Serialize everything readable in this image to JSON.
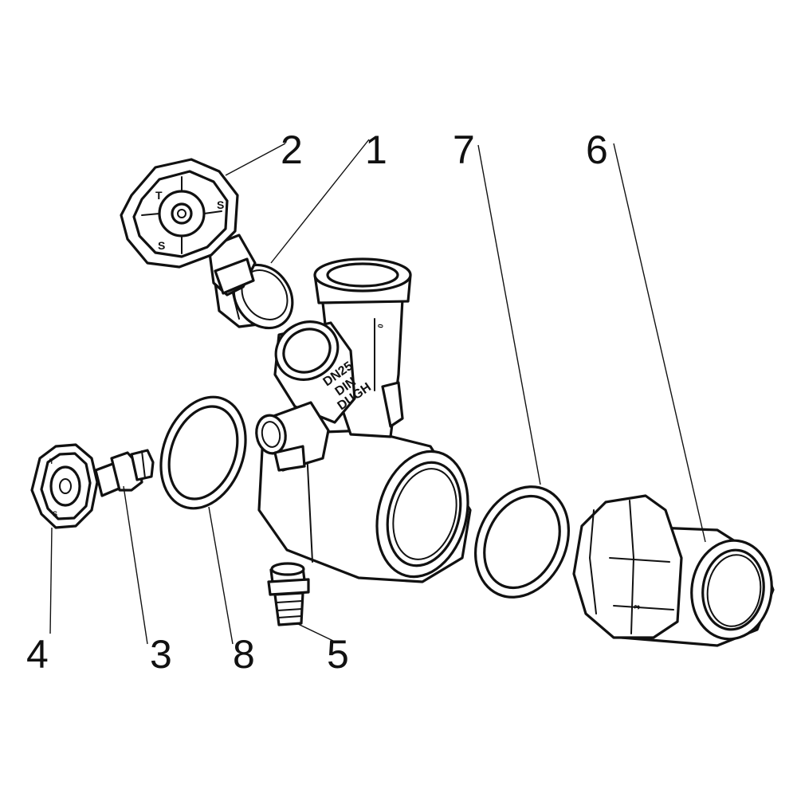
{
  "callouts": [
    {
      "id": "c1",
      "label": "1"
    },
    {
      "id": "c2",
      "label": "2"
    },
    {
      "id": "c3",
      "label": "3"
    },
    {
      "id": "c4",
      "label": "4"
    },
    {
      "id": "c5",
      "label": "5"
    },
    {
      "id": "c6",
      "label": "6"
    },
    {
      "id": "c7",
      "label": "7"
    },
    {
      "id": "c8",
      "label": "8"
    }
  ],
  "body_markings": [
    "DN25",
    "DIN",
    "DUGH"
  ],
  "colors": {
    "line": "#111111",
    "background": "#ffffff"
  }
}
